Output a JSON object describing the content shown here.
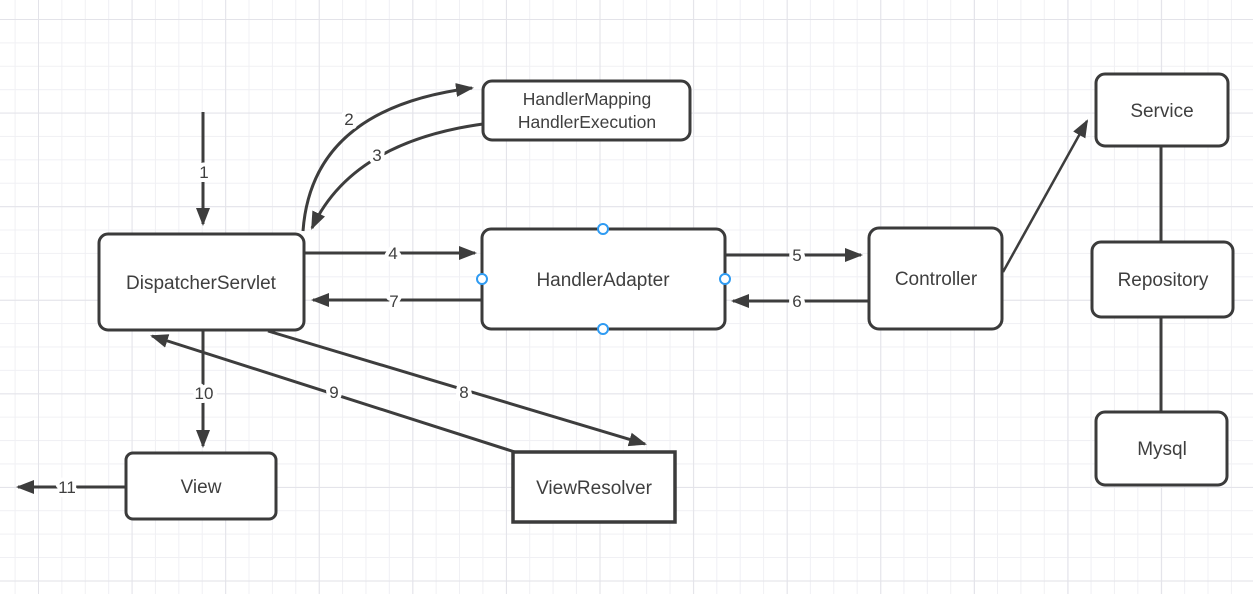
{
  "diagram": {
    "nodes": {
      "dispatcher_servlet": {
        "label": "DispatcherServlet"
      },
      "handler_mapping": {
        "line1": "HandlerMapping",
        "line2": "HandlerExecution"
      },
      "handler_adapter": {
        "label": "HandlerAdapter"
      },
      "controller": {
        "label": "Controller"
      },
      "service": {
        "label": "Service"
      },
      "repository": {
        "label": "Repository"
      },
      "mysql": {
        "label": "Mysql"
      },
      "view": {
        "label": "View"
      },
      "view_resolver": {
        "label": "ViewResolver"
      }
    },
    "step_labels": {
      "s1": "1",
      "s2": "2",
      "s3": "3",
      "s4": "4",
      "s5": "5",
      "s6": "6",
      "s7": "7",
      "s8": "8",
      "s9": "9",
      "s10": "10",
      "s11": "11"
    },
    "colors": {
      "line": "#3d3d3d",
      "node_border": "#3b3b3b",
      "node_fill": "#ffffff",
      "text": "#3f3f3f",
      "connection_point": "#2f9bf2",
      "grid_minor": "#f0f0f4",
      "grid_major": "#e3e3e9",
      "background": "#ffffff"
    }
  }
}
